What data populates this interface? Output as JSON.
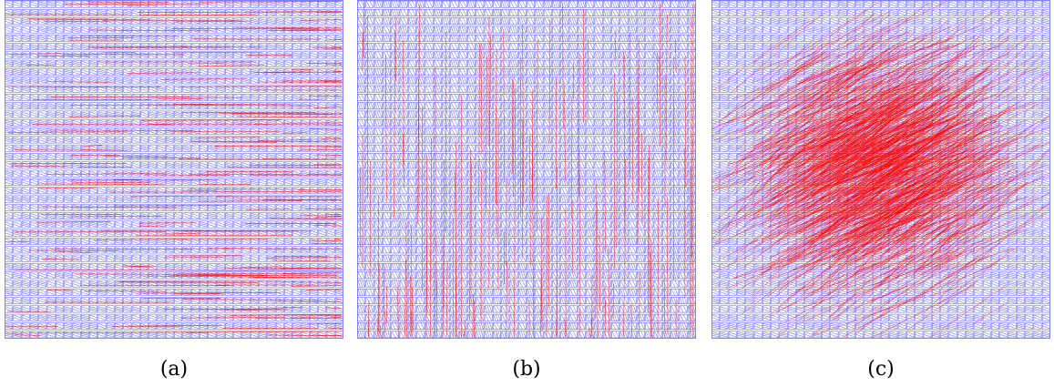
{
  "figure": {
    "panels": [
      {
        "id": "a",
        "caption": "(a)",
        "order": "row-major",
        "long_edges": "horizontal",
        "dense_region": "none"
      },
      {
        "id": "b",
        "caption": "(b)",
        "order": "column-major",
        "long_edges": "vertical",
        "dense_region": "none"
      },
      {
        "id": "c",
        "caption": "(c)",
        "order": "shuffled",
        "long_edges": "diagonal",
        "dense_region": "center"
      }
    ],
    "grid": {
      "rows": 40,
      "cols": 40
    },
    "colors": {
      "cell": "#3333ff",
      "edge": "#ff0000",
      "frame": "#8080ff"
    }
  }
}
